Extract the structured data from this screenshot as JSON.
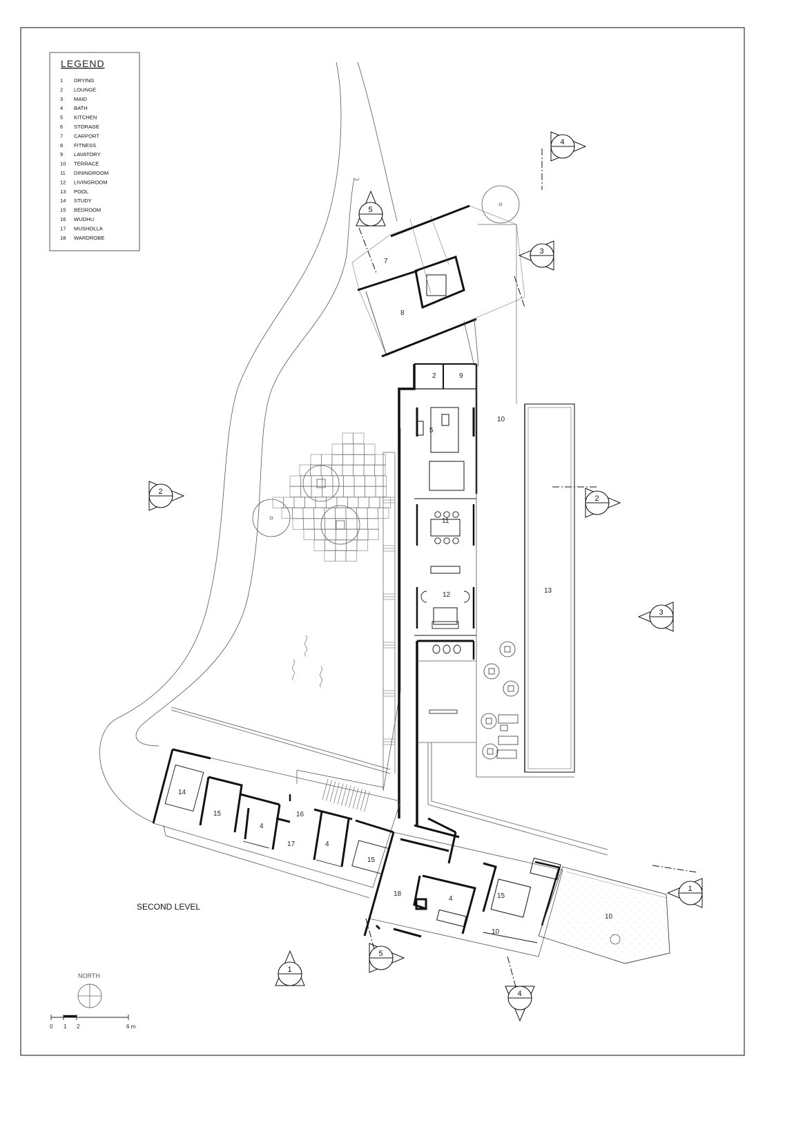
{
  "legend": {
    "title": "LEGEND",
    "items": [
      {
        "num": "1",
        "label": "DRYING"
      },
      {
        "num": "2",
        "label": "LOUNGE"
      },
      {
        "num": "3",
        "label": "MAID"
      },
      {
        "num": "4",
        "label": "BATH"
      },
      {
        "num": "5",
        "label": "KITCHEN"
      },
      {
        "num": "6",
        "label": "STORAGE"
      },
      {
        "num": "7",
        "label": "CARPORT"
      },
      {
        "num": "8",
        "label": "FITNESS"
      },
      {
        "num": "9",
        "label": "LAVATORY"
      },
      {
        "num": "10",
        "label": "TERRACE"
      },
      {
        "num": "11",
        "label": "DININGROOM"
      },
      {
        "num": "12",
        "label": "LIVINGROOM"
      },
      {
        "num": "13",
        "label": "POOL"
      },
      {
        "num": "14",
        "label": "STUDY"
      },
      {
        "num": "15",
        "label": "BEDROOM"
      },
      {
        "num": "16",
        "label": "WUDHU"
      },
      {
        "num": "17",
        "label": "MUSHOLLA"
      },
      {
        "num": "18",
        "label": "WARDROBE"
      }
    ]
  },
  "rooms": [
    {
      "id": "r7",
      "num": "7"
    },
    {
      "id": "r8",
      "num": "8"
    },
    {
      "id": "r2",
      "num": "2"
    },
    {
      "id": "r9",
      "num": "9"
    },
    {
      "id": "r5",
      "num": "5"
    },
    {
      "id": "r10a",
      "num": "10"
    },
    {
      "id": "r11",
      "num": "11"
    },
    {
      "id": "r12",
      "num": "12"
    },
    {
      "id": "r13",
      "num": "13"
    },
    {
      "id": "r14",
      "num": "14"
    },
    {
      "id": "r15a",
      "num": "15"
    },
    {
      "id": "r4a",
      "num": "4"
    },
    {
      "id": "r16",
      "num": "16"
    },
    {
      "id": "r17",
      "num": "17"
    },
    {
      "id": "r4b",
      "num": "4"
    },
    {
      "id": "r15b",
      "num": "15"
    },
    {
      "id": "r18",
      "num": "18"
    },
    {
      "id": "r4c",
      "num": "4"
    },
    {
      "id": "r15c",
      "num": "15"
    },
    {
      "id": "r10b",
      "num": "10"
    },
    {
      "id": "r10c",
      "num": "10"
    }
  ],
  "section_markers": [
    {
      "id": "s4top",
      "num": "4"
    },
    {
      "id": "s5top",
      "num": "5"
    },
    {
      "id": "s3top",
      "num": "3"
    },
    {
      "id": "s2left",
      "num": "2"
    },
    {
      "id": "s2right",
      "num": "2"
    },
    {
      "id": "s3right",
      "num": "3"
    },
    {
      "id": "s1right",
      "num": "1"
    },
    {
      "id": "s1bottom",
      "num": "1"
    },
    {
      "id": "s5bottom",
      "num": "5"
    },
    {
      "id": "s4bottom",
      "num": "4"
    }
  ],
  "level_caption": "SECOND LEVEL",
  "north_label": "NORTH",
  "scale": {
    "t0": "0",
    "t1": "1",
    "t2": "2",
    "t6": "6 m"
  }
}
